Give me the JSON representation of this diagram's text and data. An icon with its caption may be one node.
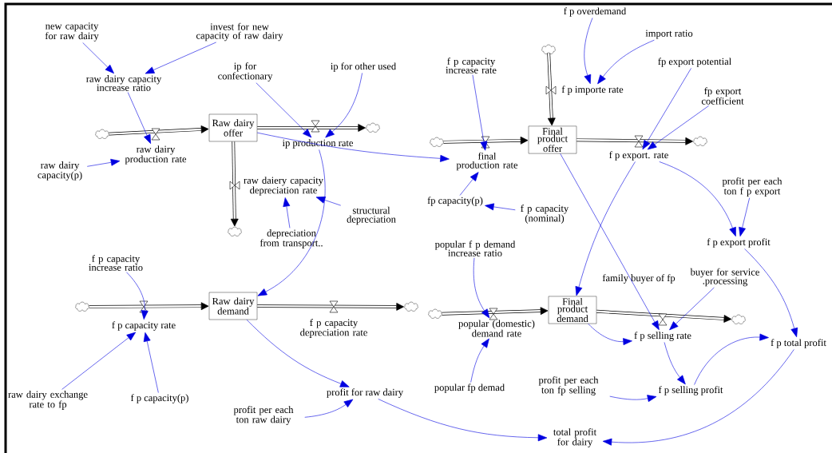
{
  "diagram": {
    "nodes": [
      {
        "text": [
          "new capacity for raw dairy"
        ]
      },
      {
        "text": [
          "invest for new capacity of raw dairy"
        ]
      },
      {
        "text": [
          "raw dairy capacity increase ratio"
        ]
      },
      {
        "text": [
          "Raw dairy offer"
        ]
      },
      {
        "text": [
          "ip for confectionary"
        ]
      },
      {
        "text": [
          "ip for other used"
        ]
      },
      {
        "text": [
          "ip production rate"
        ]
      },
      {
        "text": [
          "raw dairy production rate"
        ]
      },
      {
        "text": [
          "raw dairy capacity(p)"
        ]
      },
      {
        "text": [
          "raw daiery capacity depreciation rate"
        ]
      },
      {
        "text": [
          "structural depreciation"
        ]
      },
      {
        "text": [
          "depreciation from transport.."
        ]
      },
      {
        "text": [
          "f p capacity increase rate"
        ]
      },
      {
        "text": [
          "final production rate"
        ]
      },
      {
        "text": [
          "fp capacity(p)"
        ]
      },
      {
        "text": [
          "f p capacity (nominal)"
        ]
      },
      {
        "text": [
          "f p overdemand"
        ]
      },
      {
        "text": [
          "import ratio"
        ]
      },
      {
        "text": [
          "f p importe rate"
        ]
      },
      {
        "text": [
          "Final product offer"
        ]
      },
      {
        "text": [
          "fp export potential"
        ]
      },
      {
        "text": [
          "fp export coefficient"
        ]
      },
      {
        "text": [
          "f p export. rate"
        ]
      },
      {
        "text": [
          "profit per each ton f p export"
        ]
      },
      {
        "text": [
          "f p export profit"
        ]
      },
      {
        "text": [
          "f p capacity increase ratio"
        ]
      },
      {
        "text": [
          "Raw dairy demand"
        ]
      },
      {
        "text": [
          "f p capacity rate"
        ]
      },
      {
        "text": [
          "f p capacity depreciation rate"
        ]
      },
      {
        "text": [
          "raw dairy exchange rate to fp"
        ]
      },
      {
        "text": [
          "f p capacity(p)"
        ]
      },
      {
        "text": [
          "popular f p demand increase ratio"
        ]
      },
      {
        "text": [
          "popular (domestic) demand rate"
        ]
      },
      {
        "text": [
          "Final product demand"
        ]
      },
      {
        "text": [
          "family buyer of fp"
        ]
      },
      {
        "text": [
          "buyer for service .processing"
        ]
      },
      {
        "text": [
          "f p selling rate"
        ]
      },
      {
        "text": [
          "f p total profit"
        ]
      },
      {
        "text": [
          "popular fp demad"
        ]
      },
      {
        "text": [
          "profit per each ton fp selling"
        ]
      },
      {
        "text": [
          "f p selling profit"
        ]
      },
      {
        "text": [
          "profit for raw dairy"
        ]
      },
      {
        "text": [
          "profit per each ton raw dairy"
        ]
      },
      {
        "text": [
          "total profit for dairy"
        ]
      },
      {
        "text": [],
        "shape": "cloud"
      },
      {
        "text": [],
        "shape": "cloud"
      },
      {
        "text": [],
        "shape": "cloud"
      },
      {
        "text": [],
        "shape": "cloud"
      },
      {
        "text": [],
        "shape": "cloud"
      },
      {
        "text": [],
        "shape": "cloud"
      },
      {
        "text": [],
        "shape": "cloud"
      },
      {
        "text": [],
        "shape": "cloud"
      },
      {
        "text": [],
        "shape": "cloud"
      },
      {
        "text": [],
        "shape": "cloud"
      }
    ],
    "edges": [
      {
        "from": 44,
        "to": 3,
        "arrow": "to",
        "style": "thick",
        "color": "#000000"
      },
      {
        "from": 3,
        "to": 45,
        "arrow": "to",
        "style": "thick",
        "color": "#000000"
      },
      {
        "from": 3,
        "to": 46,
        "arrow": "to",
        "style": "thick",
        "color": "#000000"
      },
      {
        "from": 47,
        "to": 19,
        "arrow": "to",
        "style": "thick",
        "color": "#000000"
      },
      {
        "from": 48,
        "to": 19,
        "arrow": "to",
        "style": "thick",
        "color": "#000000"
      },
      {
        "from": 19,
        "to": 49,
        "arrow": "to",
        "style": "thick",
        "color": "#000000"
      },
      {
        "from": 50,
        "to": 26,
        "arrow": "to",
        "style": "thick",
        "color": "#000000"
      },
      {
        "from": 26,
        "to": 51,
        "arrow": "to",
        "style": "thick",
        "color": "#000000"
      },
      {
        "from": 52,
        "to": 33,
        "arrow": "to",
        "style": "thick",
        "color": "#000000"
      },
      {
        "from": 33,
        "to": 53,
        "arrow": "to",
        "style": "thick",
        "color": "#000000"
      },
      {
        "from": 0,
        "to": 2,
        "arrow": "to"
      },
      {
        "from": 1,
        "to": 2,
        "arrow": "to"
      },
      {
        "from": 2,
        "to": 7,
        "arrow": "to"
      },
      {
        "from": 8,
        "to": 7,
        "arrow": "to"
      },
      {
        "from": 4,
        "to": 6,
        "arrow": "to"
      },
      {
        "from": 5,
        "to": 6,
        "arrow": "to"
      },
      {
        "from": 3,
        "to": 13,
        "arrow": "to"
      },
      {
        "from": 6,
        "to": 26,
        "arrow": "to"
      },
      {
        "from": 11,
        "to": 9,
        "arrow": "to"
      },
      {
        "from": 10,
        "to": 9,
        "arrow": "to"
      },
      {
        "from": 12,
        "to": 13,
        "arrow": "to"
      },
      {
        "from": 14,
        "to": 13,
        "arrow": "to"
      },
      {
        "from": 15,
        "to": 14,
        "arrow": "to"
      },
      {
        "from": 16,
        "to": 18,
        "arrow": "to"
      },
      {
        "from": 17,
        "to": 18,
        "arrow": "to"
      },
      {
        "from": 20,
        "to": 22,
        "arrow": "to"
      },
      {
        "from": 21,
        "to": 22,
        "arrow": "to"
      },
      {
        "from": 22,
        "to": 24,
        "arrow": "to"
      },
      {
        "from": 23,
        "to": 24,
        "arrow": "to"
      },
      {
        "from": 22,
        "to": 33,
        "arrow": "to"
      },
      {
        "from": 19,
        "to": 36,
        "arrow": "to"
      },
      {
        "from": 35,
        "to": 36,
        "arrow": "to"
      },
      {
        "from": 33,
        "to": 36,
        "arrow": "to"
      },
      {
        "from": 36,
        "to": 40,
        "arrow": "to"
      },
      {
        "from": 40,
        "to": 37,
        "arrow": "to"
      },
      {
        "from": 24,
        "to": 37,
        "arrow": "to"
      },
      {
        "from": 37,
        "to": 43,
        "arrow": "to"
      },
      {
        "from": 41,
        "to": 43,
        "arrow": "to"
      },
      {
        "from": 25,
        "to": 27,
        "arrow": "to"
      },
      {
        "from": 29,
        "to": 27,
        "arrow": "to"
      },
      {
        "from": 30,
        "to": 27,
        "arrow": "to"
      },
      {
        "from": 26,
        "to": 41,
        "arrow": "to"
      },
      {
        "from": 42,
        "to": 41,
        "arrow": "to"
      },
      {
        "from": 31,
        "to": 32,
        "arrow": "to"
      },
      {
        "from": 38,
        "to": 32,
        "arrow": "to"
      },
      {
        "from": 39,
        "to": 40,
        "arrow": "to"
      }
    ]
  }
}
